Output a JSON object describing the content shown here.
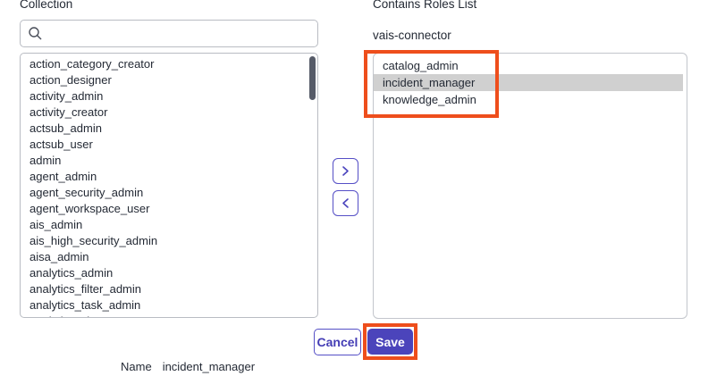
{
  "colors": {
    "accent": "#554fc6",
    "accent-fill": "#4b44bb",
    "accent-text": "#443db5",
    "annotation": "#ee4e1c",
    "selection": "#d0d0d0",
    "text": "#242a35",
    "border": "#b9bcc3"
  },
  "icons": {
    "search": "magnifier",
    "move_right": "chevron-right",
    "move_left": "chevron-left"
  },
  "collection": {
    "label": "Collection",
    "search": {
      "value": "",
      "placeholder": ""
    },
    "items": [
      "action_category_creator",
      "action_designer",
      "activity_admin",
      "activity_creator",
      "actsub_admin",
      "actsub_user",
      "admin",
      "agent_admin",
      "agent_security_admin",
      "agent_workspace_user",
      "ais_admin",
      "ais_high_security_admin",
      "aisa_admin",
      "analytics_admin",
      "analytics_filter_admin",
      "analytics_task_admin",
      "analytics_viewer"
    ]
  },
  "contains": {
    "label": "Contains Roles List",
    "sublabel": "vais-connector",
    "items": [
      "catalog_admin",
      "incident_manager",
      "knowledge_admin"
    ],
    "selected_index": 1,
    "selected_item": "incident_manager"
  },
  "footer": {
    "cancel_label": "Cancel",
    "save_label": "Save",
    "name_label": "Name",
    "name_value": "incident_manager"
  }
}
